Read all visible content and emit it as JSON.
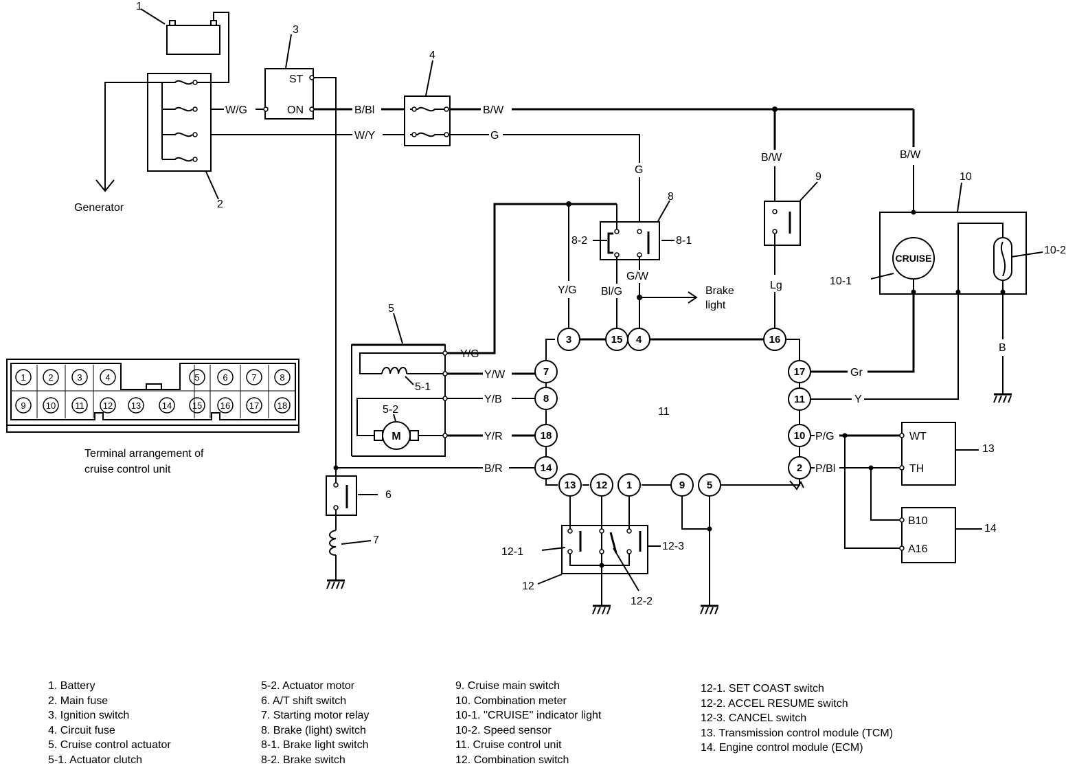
{
  "components": {
    "generator": "Generator",
    "ign_st": "ST",
    "ign_on": "ON",
    "brake_light": [
      "Brake",
      "light"
    ],
    "cruise_lamp": "CRUISE",
    "unit_center": "11",
    "tcm_wt": "WT",
    "tcm_th": "TH",
    "ecm_b10": "B10",
    "ecm_a16": "A16"
  },
  "callouts": {
    "c1": "1",
    "c2": "2",
    "c3": "3",
    "c4": "4",
    "c5": "5",
    "c52": "5-2",
    "c51": "5-1",
    "c6": "6",
    "c7": "7",
    "c8": "8",
    "c81": "8-1",
    "c82": "8-2",
    "c9": "9",
    "c10": "10",
    "c101": "10-1",
    "c102": "10-2",
    "c12": "12",
    "c121": "12-1",
    "c122": "12-2",
    "c123": "12-3",
    "c13": "13",
    "c14": "14"
  },
  "wires": {
    "wg": "W/G",
    "bbl": "B/Bl",
    "wy": "W/Y",
    "bw": "B/W",
    "g": "G",
    "bw2": "B/W",
    "bw3": "B/W",
    "g2": "G",
    "yg": "Y/G",
    "blg": "Bl/G",
    "gw": "G/W",
    "lg": "Lg",
    "yg2": "Y/G",
    "yw": "Y/W",
    "yb": "Y/B",
    "yr": "Y/R",
    "br": "B/R",
    "gr": "Gr",
    "y": "Y",
    "pg": "P/G",
    "pbl": "P/Bl",
    "b": "B"
  },
  "pins": {
    "p3": "3",
    "p15": "15",
    "p4": "4",
    "p16": "16",
    "p7": "7",
    "p8": "8",
    "p18": "18",
    "p14": "14",
    "p13": "13",
    "p12": "12",
    "p1": "1",
    "p9": "9",
    "p5": "5",
    "p17": "17",
    "p11": "11",
    "p10": "10",
    "p2": "2"
  },
  "terminal_arrangement": {
    "title_line1": "Terminal arrangement of",
    "title_line2": "cruise control unit",
    "top_row": [
      "1",
      "2",
      "3",
      "4",
      "",
      "",
      "5",
      "6",
      "7",
      "8"
    ],
    "bottom_row": [
      "9",
      "10",
      "11",
      "12",
      "13",
      "14",
      "15",
      "16",
      "17",
      "18"
    ]
  },
  "legend": {
    "col1": [
      "1. Battery",
      "2. Main fuse",
      "3. Ignition switch",
      "4. Circuit fuse",
      "5. Cruise control actuator",
      "5-1. Actuator clutch"
    ],
    "col2": [
      "5-2. Actuator motor",
      "6. A/T shift switch",
      "7. Starting motor relay",
      "8. Brake (light) switch",
      "8-1. Brake light switch",
      "8-2. Brake switch"
    ],
    "col3": [
      "9. Cruise main switch",
      "10. Combination meter",
      "10-1. ''CRUISE'' indicator light",
      "10-2. Speed sensor",
      "11. Cruise control unit",
      "12. Combination switch"
    ],
    "col4": [
      "12-1. SET COAST switch",
      "12-2. ACCEL RESUME switch",
      "12-3. CANCEL switch",
      "13. Transmission control module (TCM)",
      "14. Engine control module (ECM)"
    ]
  }
}
